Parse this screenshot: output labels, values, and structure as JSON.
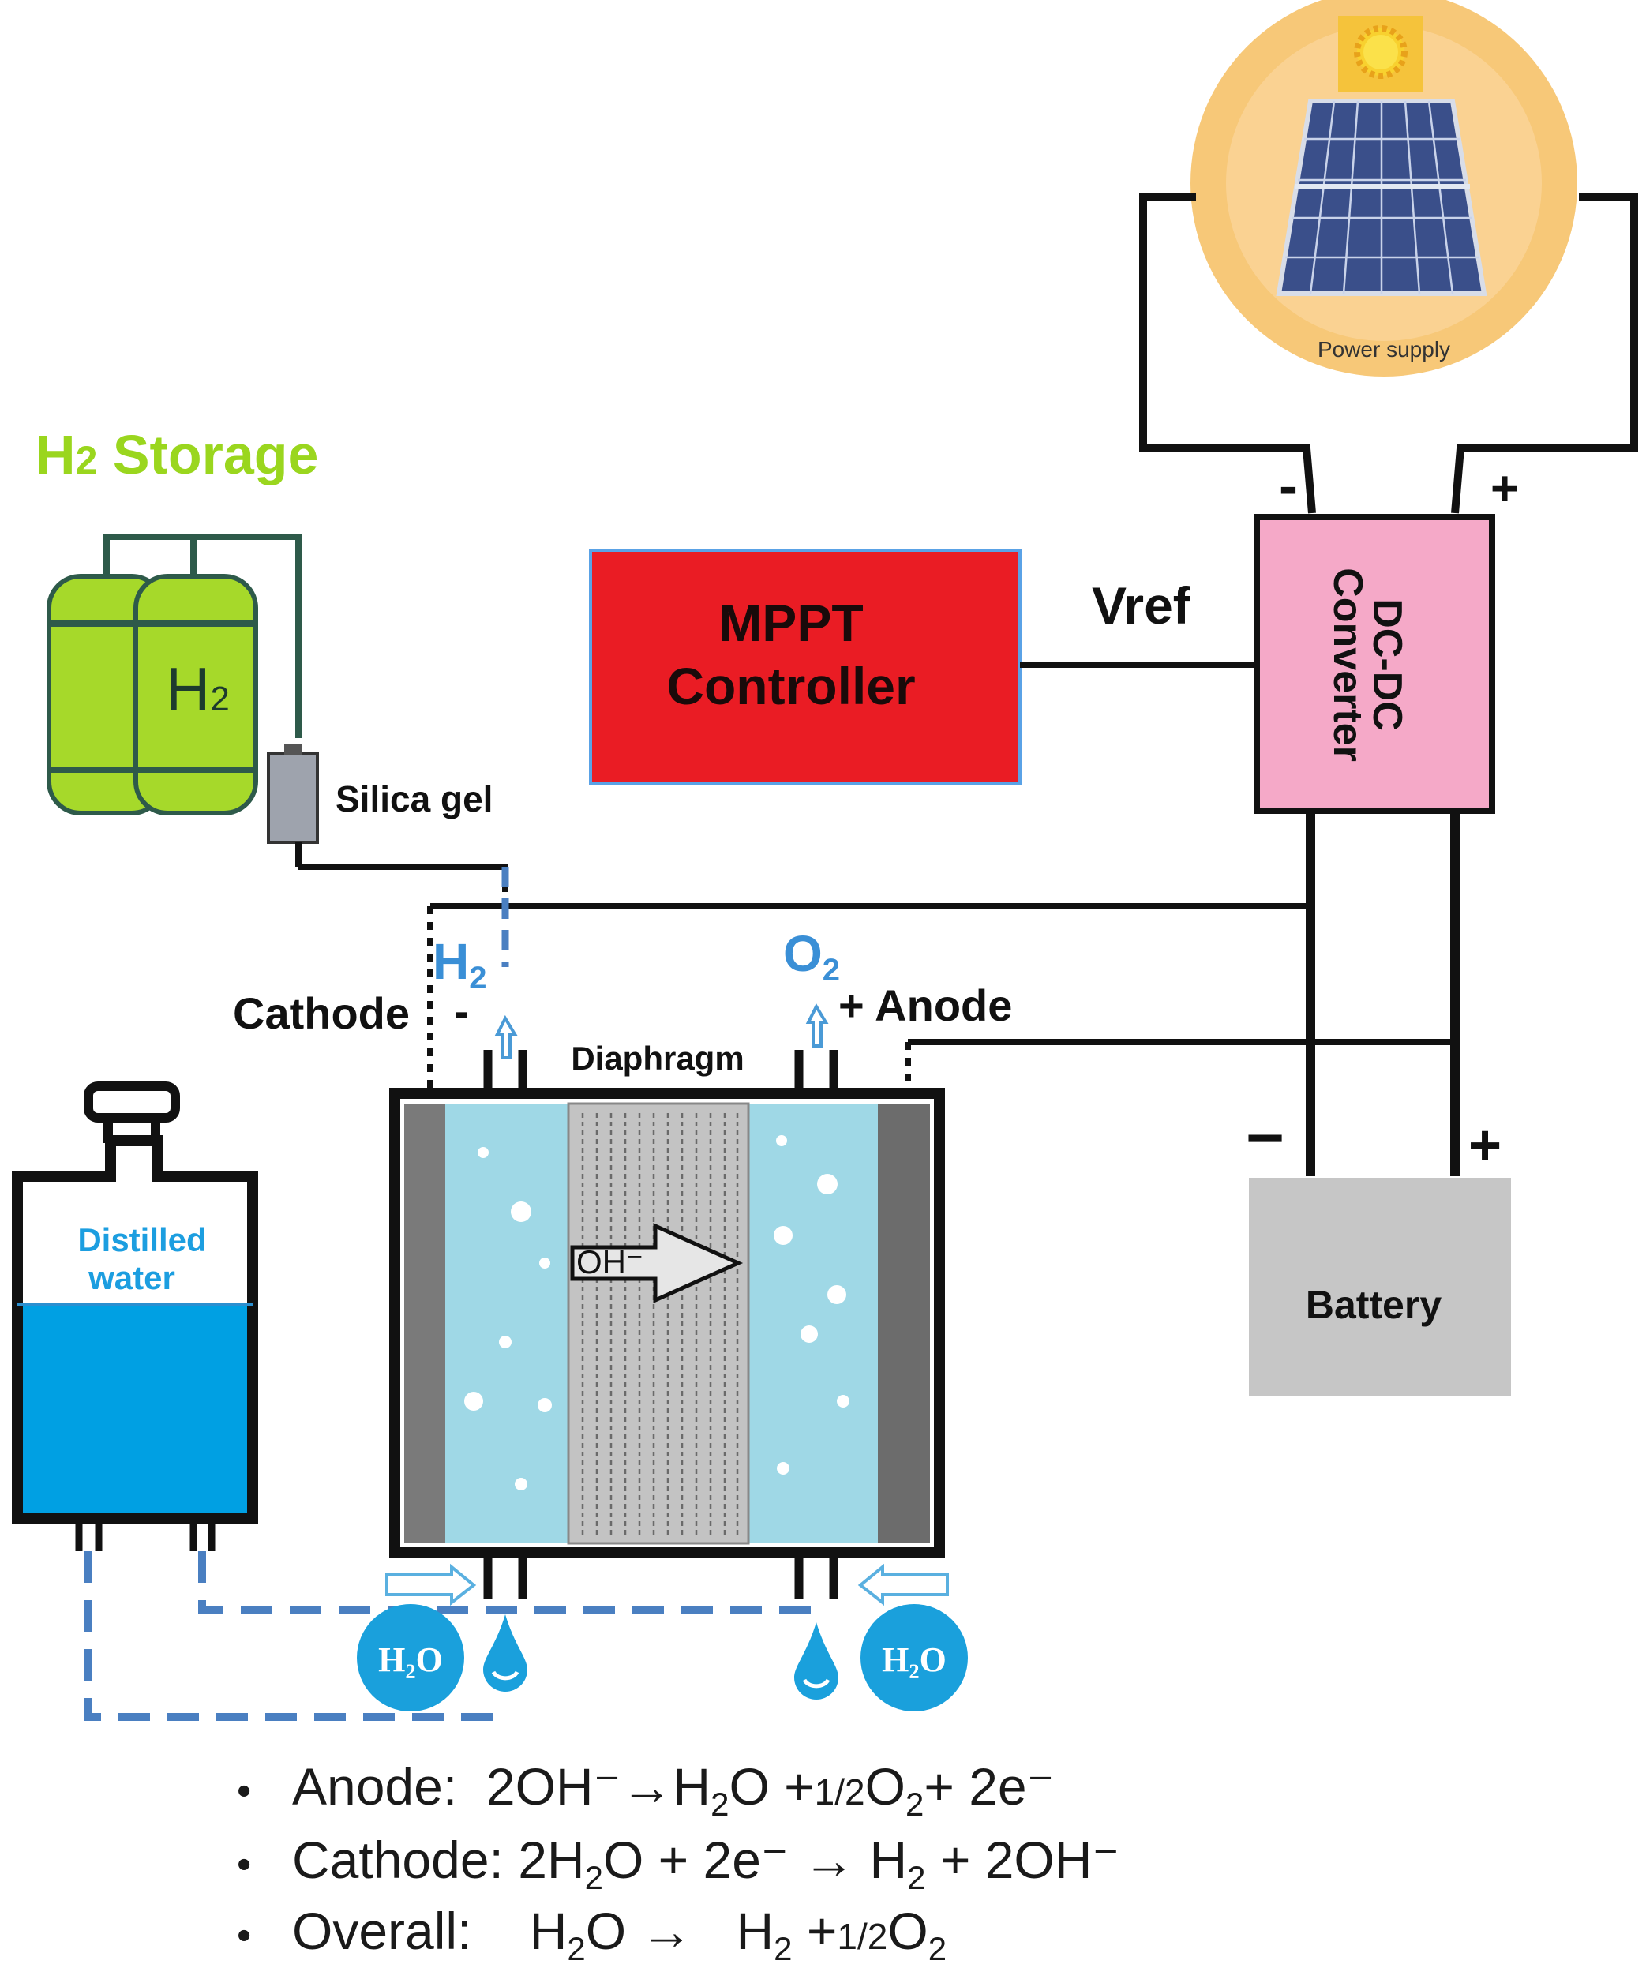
{
  "colors": {
    "storage_title": "#9ad61e",
    "tank": "#a6d92a",
    "mppt": "#ea1c24",
    "converter": "#f5a9c8",
    "battery": "#c6c6c6",
    "electrolyte": "#9fd8e6",
    "water": "#00a0e3",
    "h2o_drop": "#1aa0dc",
    "pipe_dashed": "#4a7fc1",
    "gas_label": "#3a8fd6",
    "sun_disk": "#f7c878"
  },
  "icons": [
    "sun-icon",
    "solar-panel-icon",
    "gas-cylinder-icon",
    "water-drop-icon"
  ],
  "labels": {
    "storage_title_main": "H",
    "storage_title_sub": "2",
    "storage_title_rest": " Storage",
    "tank_main": "H",
    "tank_sub": "2",
    "silica_gel": "Silica gel",
    "mppt_line1": "MPPT",
    "mppt_line2": "Controller",
    "vref": "Vref",
    "converter_line1": "DC-DC",
    "converter_line2": "Converter",
    "power_supply": "Power supply",
    "conv_minus": "-",
    "conv_plus": "+",
    "battery": "Battery",
    "battery_minus": "−",
    "battery_plus": "+",
    "cathode": "Cathode",
    "cathode_sign": "-",
    "anode": "+ Anode",
    "h2_main": "H",
    "h2_sub": "2",
    "o2_main": "O",
    "o2_sub": "2",
    "diaphragm": "Diaphragm",
    "oh_ion": "OH⁻",
    "distilled_line1": "Distilled",
    "distilled_line2": "water",
    "h2o_left": "H₂O",
    "h2o_right": "H₂O"
  },
  "equations": {
    "anode": {
      "label": "Anode:",
      "reactant": "2OH⁻",
      "arrow": "→",
      "product1_main": "H",
      "product1_sub": "2",
      "product1_end": "O +",
      "half": "1/2",
      "o2_main": "O",
      "o2_sub": "2",
      "rest": "+ 2e⁻"
    },
    "cathode": {
      "label": "Cathode:",
      "reactant1_main": "2H",
      "reactant1_sub": "2",
      "reactant1_end": "O + 2e⁻",
      "arrow": "→",
      "h2_main": "H",
      "h2_sub": "2",
      "rest": "+ 2OH⁻"
    },
    "overall": {
      "label": "Overall:",
      "reactant_main": "H",
      "reactant_sub": "2",
      "reactant_end": "O",
      "arrow": "→",
      "h2_main": "H",
      "h2_sub": "2",
      "plus": "+",
      "half": "1/2",
      "o2_main": "O",
      "o2_sub": "2"
    }
  }
}
